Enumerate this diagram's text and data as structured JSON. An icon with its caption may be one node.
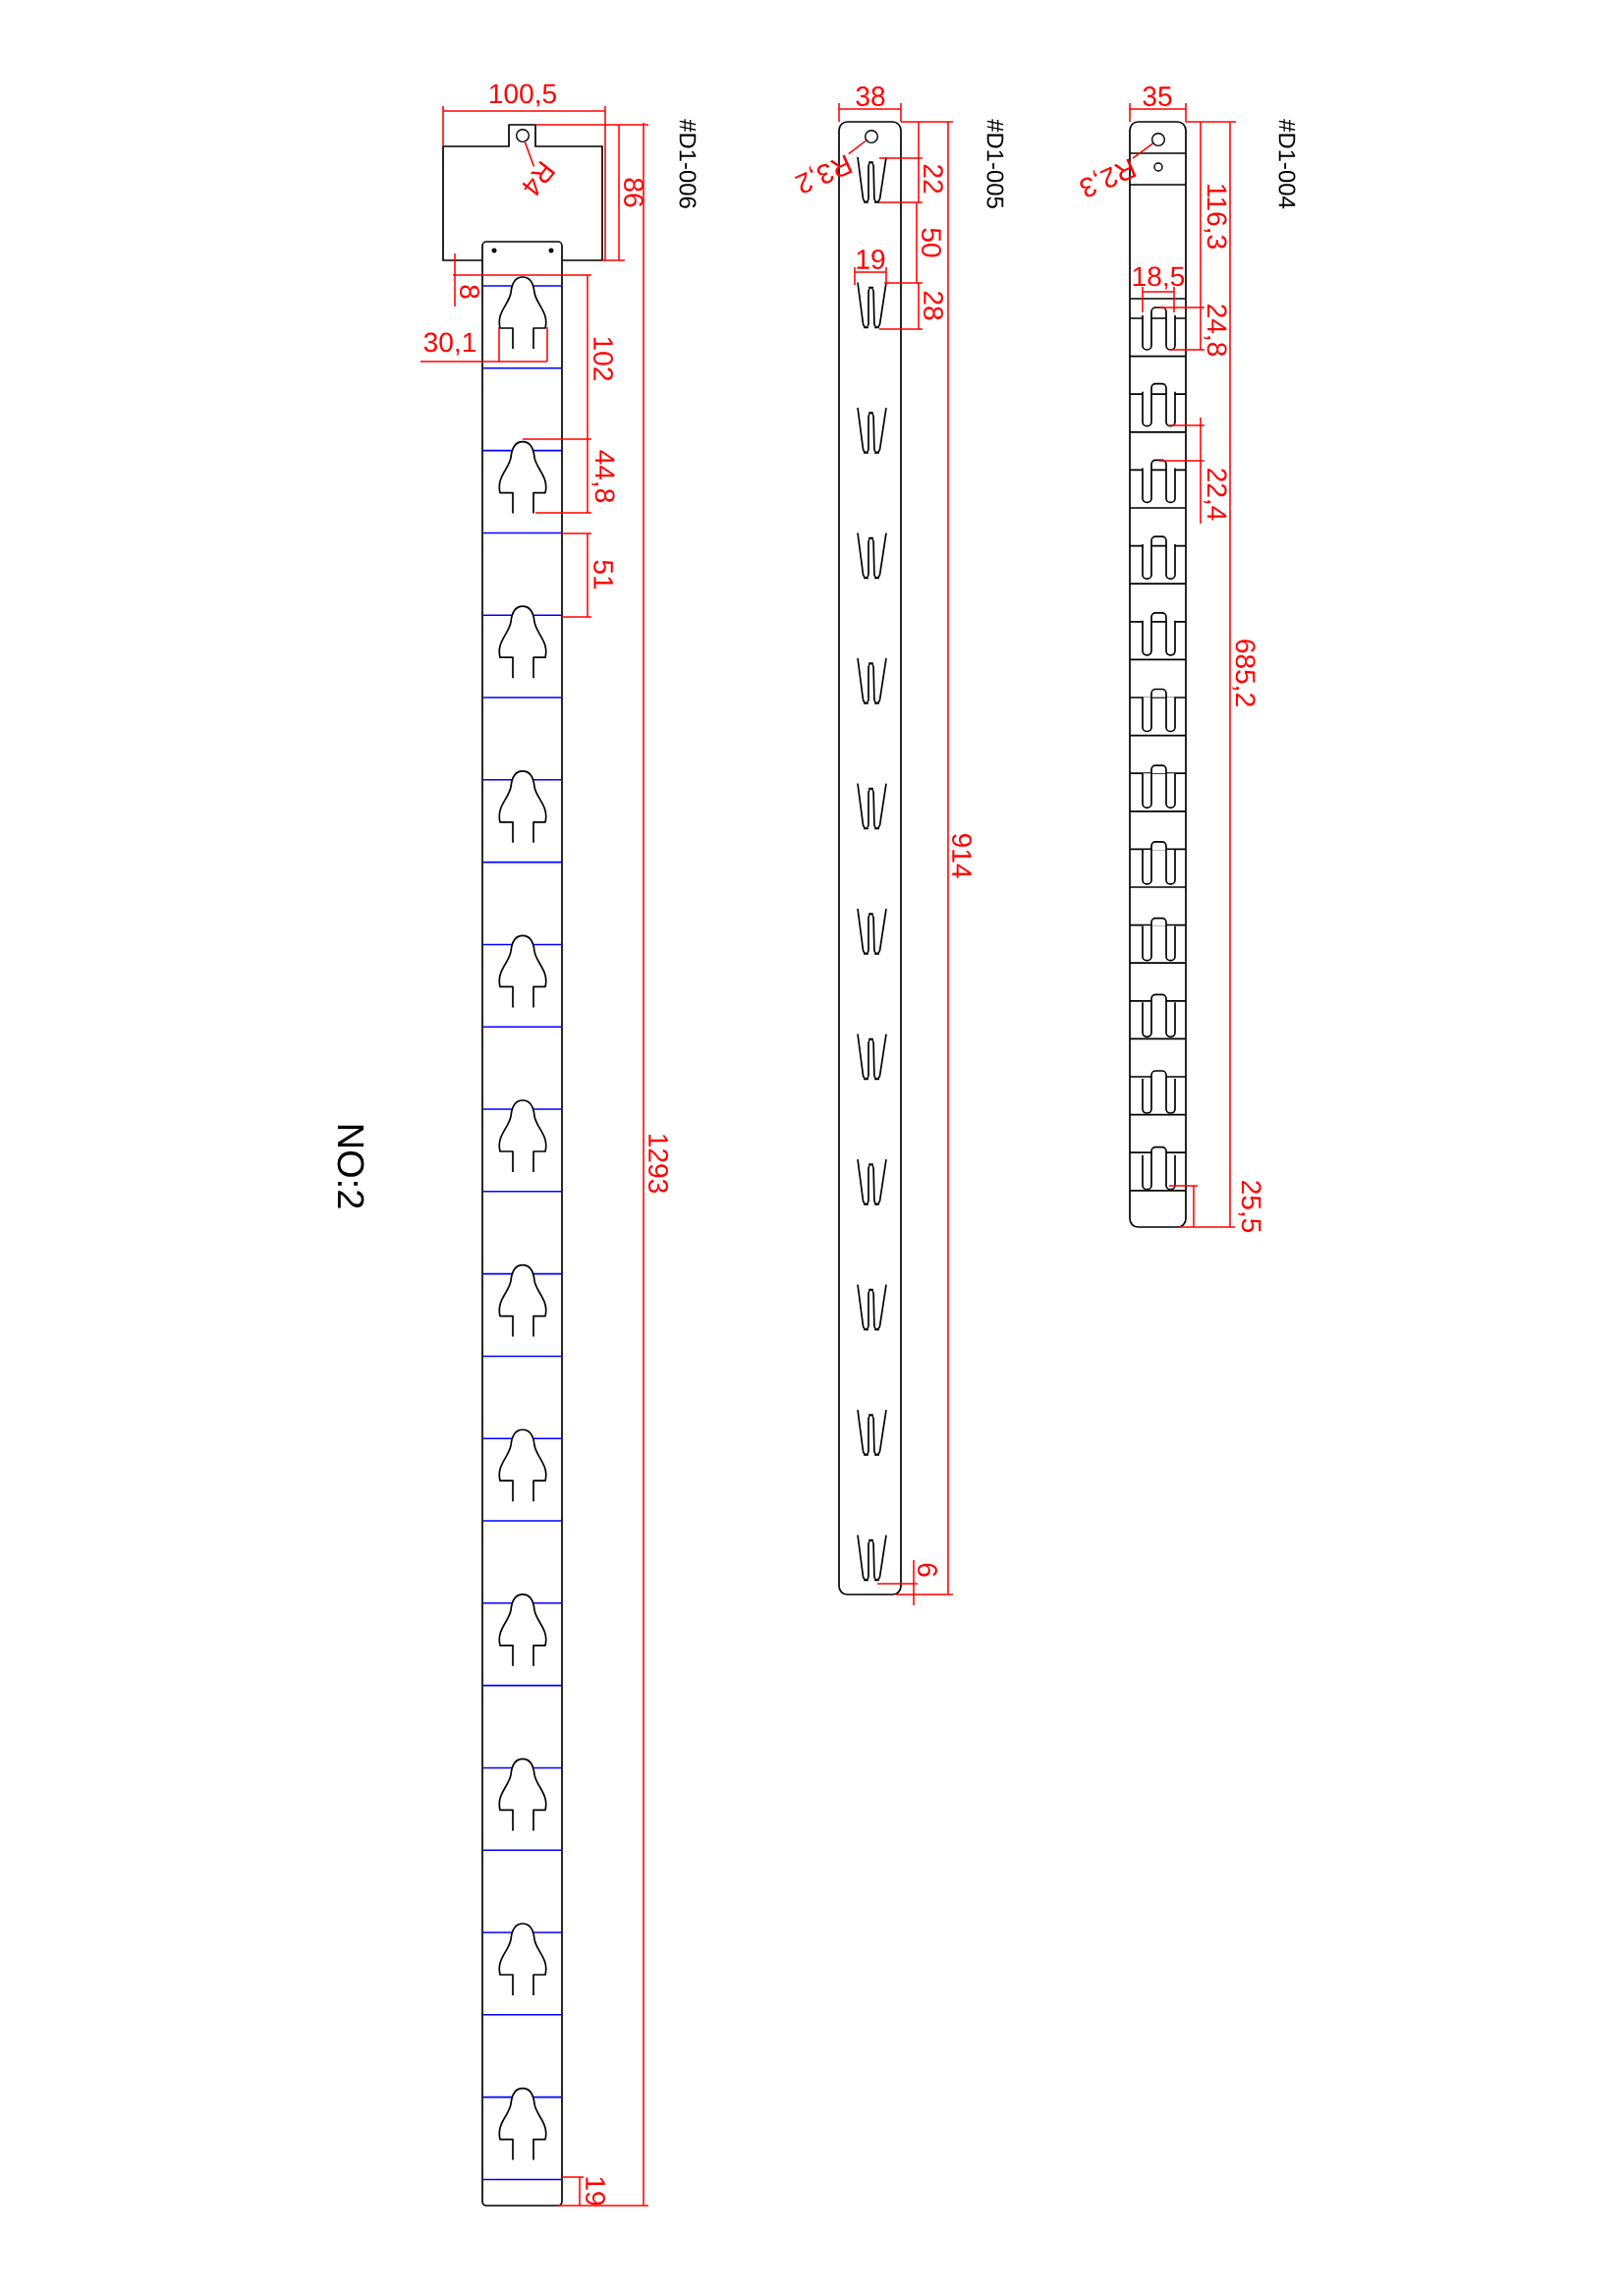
{
  "diagram": {
    "nodes": [
      {
        "text": [
          "R4"
        ]
      },
      {
        "text": [],
        "shape": "circle"
      },
      {
        "text": [
          "R3,2"
        ]
      },
      {
        "text": [],
        "shape": "circle"
      },
      {
        "text": [
          "R2,3"
        ]
      },
      {
        "text": [],
        "shape": "circle"
      }
    ],
    "edges": [
      {
        "from": 0,
        "to": 1,
        "arrow": "none"
      },
      {
        "from": 2,
        "to": 3,
        "arrow": "none"
      },
      {
        "from": 4,
        "to": 5,
        "arrow": "none"
      }
    ],
    "labels": [
      "100,5",
      "86",
      "8",
      "30,1",
      "102",
      "44,8",
      "51",
      "1293",
      "19",
      "#D1-006",
      "38",
      "22",
      "50",
      "19",
      "28",
      "914",
      "6",
      "#D1-005",
      "35",
      "116,3",
      "18,5",
      "24,8",
      "22,4",
      "685,2",
      "25,5",
      "#D1-004",
      "NO:2"
    ]
  }
}
